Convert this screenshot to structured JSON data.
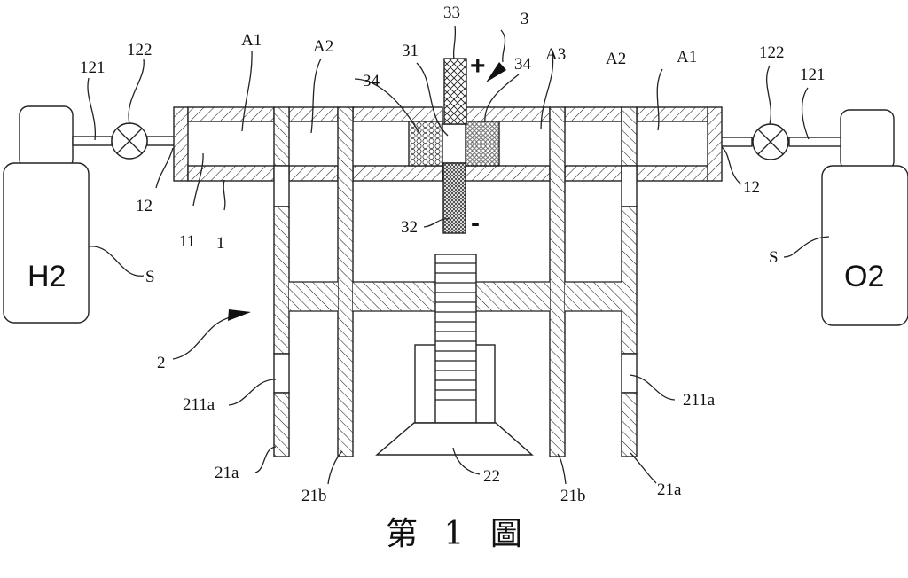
{
  "figure": {
    "caption": "第 1 圖",
    "polarity": {
      "positive": "+",
      "negative": "-"
    },
    "tanks": [
      {
        "gas": "H2",
        "ref": "S",
        "side": "left"
      },
      {
        "gas": "O2",
        "ref": "S",
        "side": "right"
      }
    ],
    "labels": {
      "pipe_left": "121",
      "valve_left": "122",
      "chamber_a1_left": "A1",
      "chamber_a2_left": "A2",
      "port_left": "12",
      "channel": "11",
      "housing": "1",
      "membrane_left": "34",
      "electrolyte": "31",
      "anode": "33",
      "cell_assembly": "3",
      "membrane_right": "34",
      "chamber_a3": "A3",
      "chamber_a2_right": "A2",
      "chamber_a1_right": "A1",
      "valve_right": "122",
      "pipe_right": "121",
      "port_right": "12",
      "cathode": "32",
      "piston_frame": "2",
      "hole_left": "211a",
      "hole_right": "211a",
      "leg_outer_left": "21a",
      "leg_inner_left": "21b",
      "driver": "22",
      "leg_inner_right": "21b",
      "leg_outer_right": "21a"
    }
  }
}
